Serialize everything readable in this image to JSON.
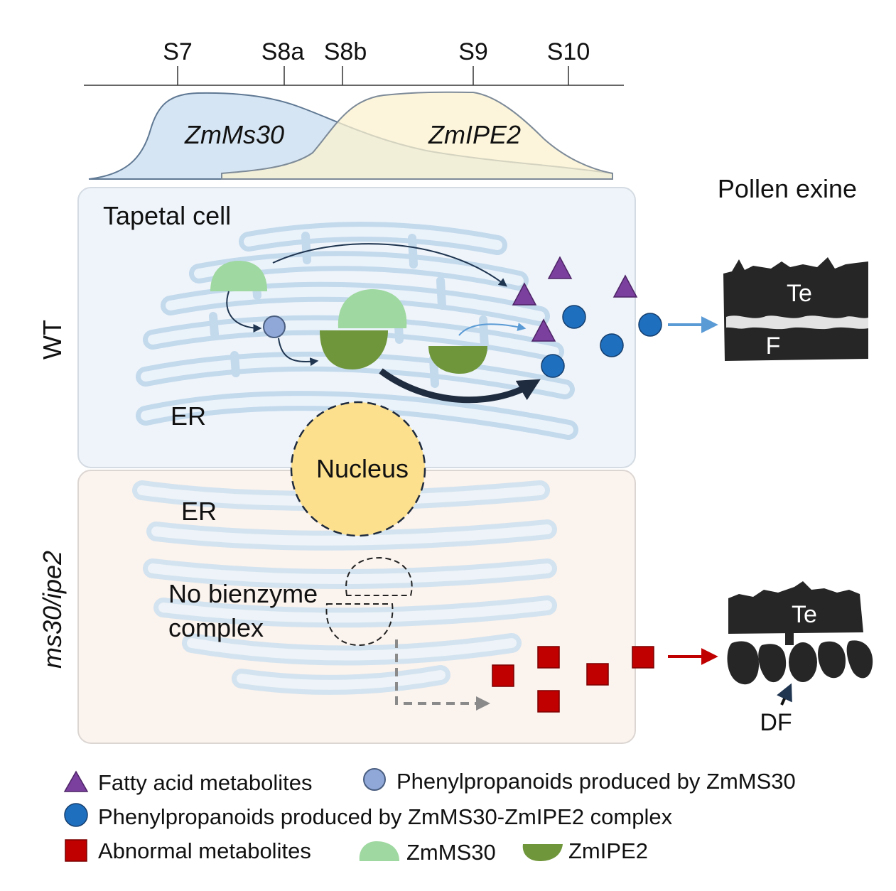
{
  "timeline": {
    "stages": [
      "S7",
      "S8a",
      "S8b",
      "S9",
      "S10"
    ],
    "genes": [
      "ZmMs30",
      "ZmIPE2"
    ]
  },
  "wt_panel": {
    "side_label": "WT",
    "cell_label": "Tapetal cell",
    "er_label": "ER"
  },
  "nucleus_label": "Nucleus",
  "mutant_panel": {
    "side_label": "ms30/ipe2",
    "er_label": "ER",
    "no_complex_line1": "No bienzyme",
    "no_complex_line2": "complex"
  },
  "exine": {
    "title": "Pollen exine",
    "te_label": "Te",
    "f_label": "F",
    "te_label_mutant": "Te",
    "df_label": "DF"
  },
  "legend": {
    "fatty_acid": "Fatty acid metabolites",
    "phenyl_ms30": "Phenylpropanoids produced by ZmMS30",
    "phenyl_complex": "Phenylpropanoids produced by ZmMS30-ZmIPE2 complex",
    "abnormal": "Abnormal metabolites",
    "ms30": "ZmMS30",
    "ipe2": "ZmIPE2"
  },
  "colors": {
    "fatty_acid": "#7b3f9e",
    "phenyl_ms30": "#8fa8d8",
    "phenyl_complex": "#1f6fbf",
    "abnormal": "#c00000",
    "ms30": "#9fd8a0",
    "ipe2": "#6f963a",
    "nucleus": "#fde08e"
  }
}
